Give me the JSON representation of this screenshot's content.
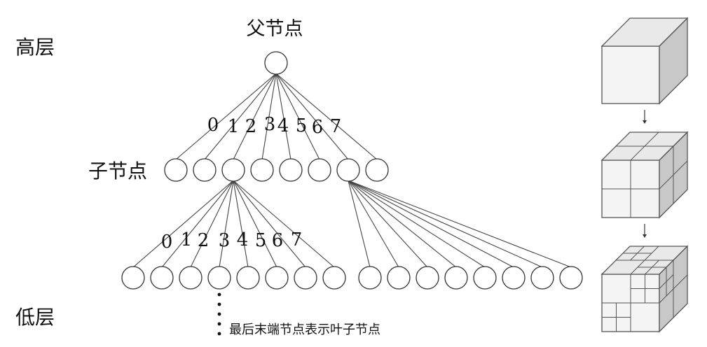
{
  "labels": {
    "parent_node": "父节点",
    "high_layer": "高层",
    "child_node": "子节点",
    "low_layer": "低层",
    "leaf_note": "最后末端节点表示叶子节点"
  },
  "tree": {
    "level1_child_count": 8,
    "level1_indices": [
      "0",
      "1",
      "2",
      "3",
      "4",
      "5",
      "6",
      "7"
    ],
    "level2_left_count": 8,
    "level2_left_indices": [
      "0",
      "1",
      "2",
      "3",
      "4",
      "5",
      "6",
      "7"
    ],
    "level2_right_count": 8,
    "ellipsis_dots": 5
  },
  "cubes": {
    "count": 3,
    "subdivision_levels": [
      0,
      1,
      2
    ]
  },
  "colors": {
    "line": "#444444",
    "cube_front": "#f4f4f4",
    "cube_top": "#e9e9e9",
    "cube_side": "#c8c8c8",
    "cube_edge": "#555555"
  }
}
